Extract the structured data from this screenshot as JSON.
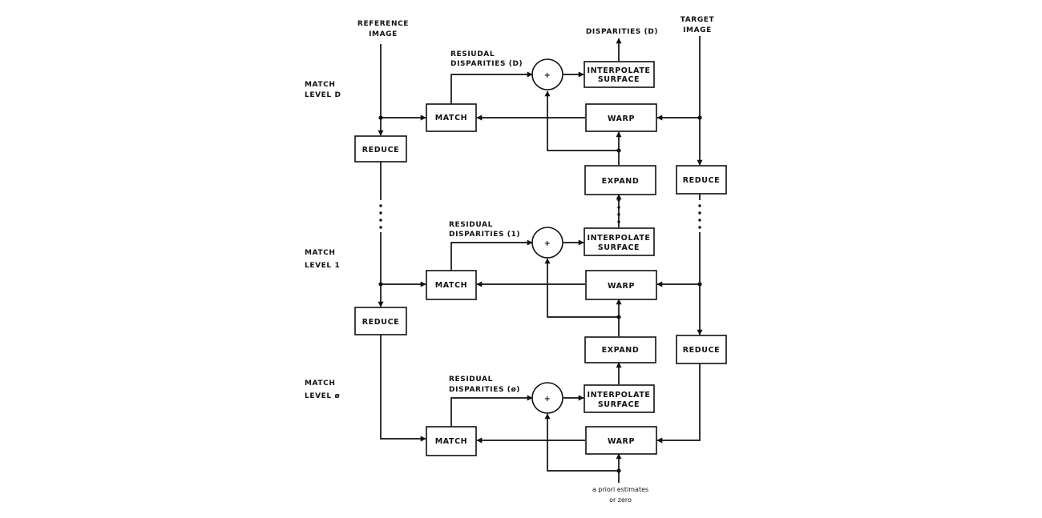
{
  "inputs": {
    "reference": [
      "REFERENCE",
      "IMAGE"
    ],
    "target": [
      "TARGET",
      "IMAGE"
    ]
  },
  "outputs": {
    "disparities": "DISPARITIES (D)"
  },
  "levels": [
    {
      "label": [
        "MATCH",
        "LEVEL D"
      ],
      "residual": [
        "RESIUDAL",
        "DISPARITIES (D)"
      ],
      "match": "MATCH",
      "sum": "+",
      "interpolate": [
        "INTERPOLATE",
        "SURFACE"
      ],
      "warp": "WARP"
    },
    {
      "label": [
        "MATCH",
        "LEVEL 1"
      ],
      "residual": [
        "RESIDUAL",
        "DISPARITIES (1)"
      ],
      "match": "MATCH",
      "sum": "+",
      "interpolate": [
        "INTERPOLATE",
        "SURFACE"
      ],
      "warp": "WARP"
    },
    {
      "label": [
        "MATCH",
        "LEVEL ø"
      ],
      "residual": [
        "RESIDUAL",
        "DISPARITIES (ø)"
      ],
      "match": "MATCH",
      "sum": "+",
      "interpolate": [
        "INTERPOLATE",
        "SURFACE"
      ],
      "warp": "WARP"
    }
  ],
  "reduce_label": "REDUCE",
  "expand_label": "EXPAND",
  "prior": [
    "a priori estimates",
    "or zero"
  ]
}
